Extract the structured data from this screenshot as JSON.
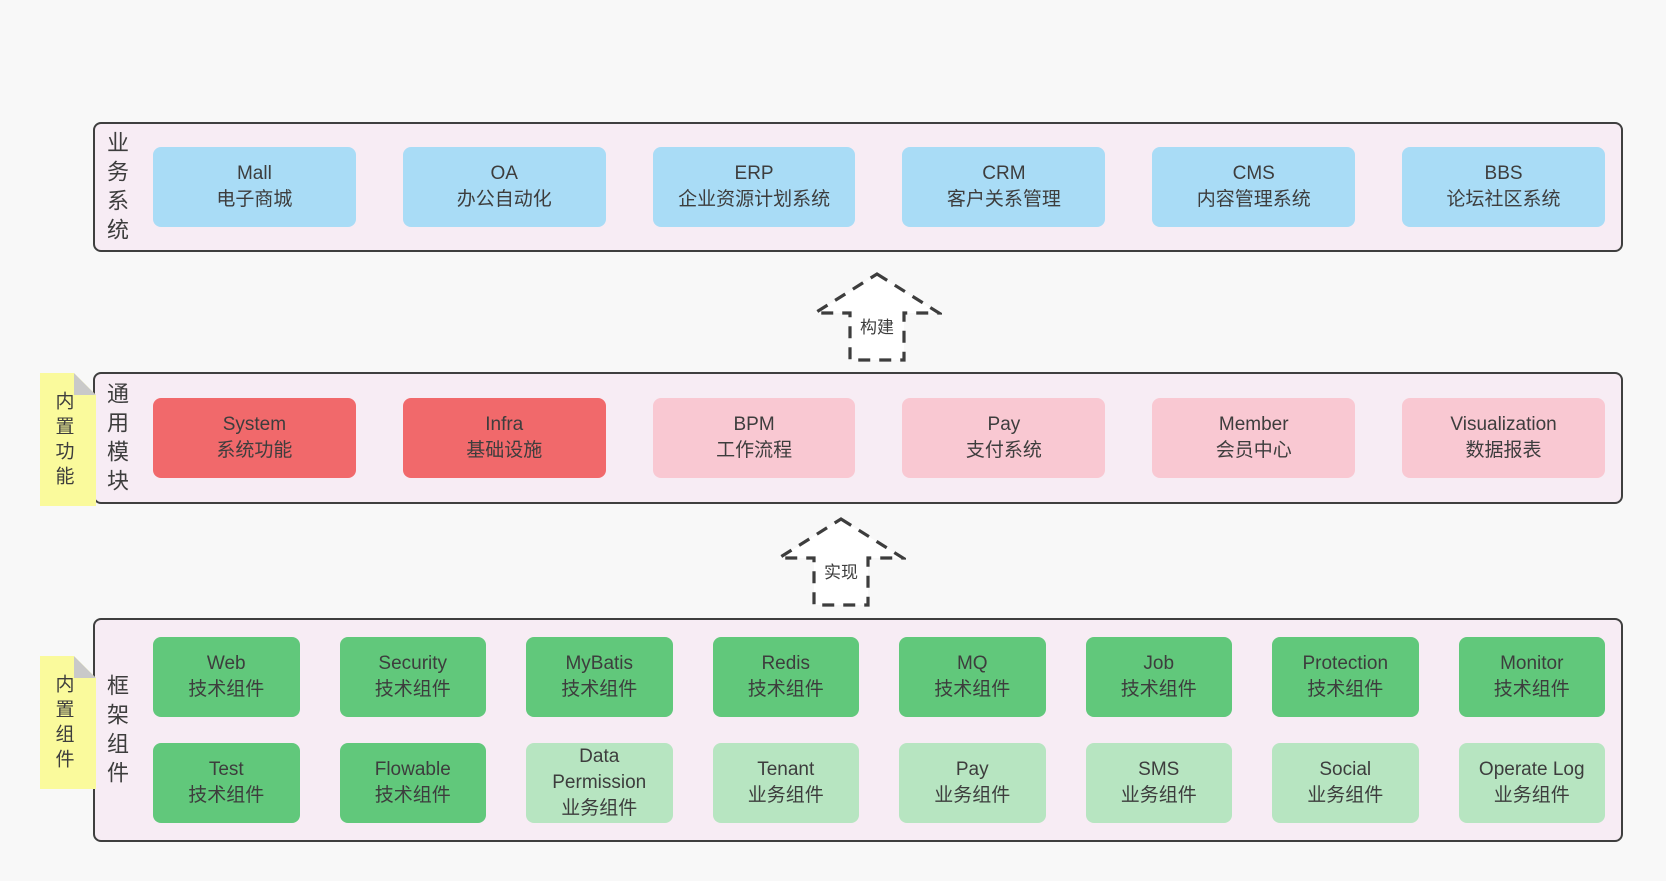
{
  "colors": {
    "page_bg": "#f8f8f8",
    "band_bg": "#f7ecf4",
    "band_border": "#3f3f3f",
    "text": "#3d3d3d",
    "blue_box": "#a9dcf6",
    "red_box": "#f1696b",
    "pink_box": "#f9c8d2",
    "green_box": "#61c87b",
    "green_light_box": "#b7e5c1",
    "sticky_bg": "#fafa9c",
    "sticky_fold": "#c9c9c9",
    "arrow_stroke": "#3d3d3d",
    "arrow_fill": "#ffffff"
  },
  "arrows": [
    {
      "name": "build-arrow",
      "label": "构建"
    },
    {
      "name": "implement-arrow",
      "label": "实现"
    }
  ],
  "bands": [
    {
      "name": "business-systems",
      "side_label": "业务系统",
      "sticky_label": null,
      "rows": [
        [
          {
            "title": "Mall",
            "subtitle": "电子商城",
            "style": "blue"
          },
          {
            "title": "OA",
            "subtitle": "办公自动化",
            "style": "blue"
          },
          {
            "title": "ERP",
            "subtitle": "企业资源计划系统",
            "style": "blue"
          },
          {
            "title": "CRM",
            "subtitle": "客户关系管理",
            "style": "blue"
          },
          {
            "title": "CMS",
            "subtitle": "内容管理系统",
            "style": "blue"
          },
          {
            "title": "BBS",
            "subtitle": "论坛社区系统",
            "style": "blue"
          }
        ]
      ]
    },
    {
      "name": "common-modules",
      "side_label": "通用模块",
      "sticky_label": "内置功能",
      "rows": [
        [
          {
            "title": "System",
            "subtitle": "系统功能",
            "style": "red"
          },
          {
            "title": "Infra",
            "subtitle": "基础设施",
            "style": "red"
          },
          {
            "title": "BPM",
            "subtitle": "工作流程",
            "style": "pink"
          },
          {
            "title": "Pay",
            "subtitle": "支付系统",
            "style": "pink"
          },
          {
            "title": "Member",
            "subtitle": "会员中心",
            "style": "pink"
          },
          {
            "title": "Visualization",
            "subtitle": "数据报表",
            "style": "pink"
          }
        ]
      ]
    },
    {
      "name": "framework-components",
      "side_label": "框架组件",
      "sticky_label": "内置组件",
      "rows": [
        [
          {
            "title": "Web",
            "subtitle": "技术组件",
            "style": "green"
          },
          {
            "title": "Security",
            "subtitle": "技术组件",
            "style": "green"
          },
          {
            "title": "MyBatis",
            "subtitle": "技术组件",
            "style": "green"
          },
          {
            "title": "Redis",
            "subtitle": "技术组件",
            "style": "green"
          },
          {
            "title": "MQ",
            "subtitle": "技术组件",
            "style": "green"
          },
          {
            "title": "Job",
            "subtitle": "技术组件",
            "style": "green"
          },
          {
            "title": "Protection",
            "subtitle": "技术组件",
            "style": "green"
          },
          {
            "title": "Monitor",
            "subtitle": "技术组件",
            "style": "green"
          }
        ],
        [
          {
            "title": "Test",
            "subtitle": "技术组件",
            "style": "green"
          },
          {
            "title": "Flowable",
            "subtitle": "技术组件",
            "style": "green"
          },
          {
            "title": "Data Permission",
            "subtitle": "业务组件",
            "style": "green-light"
          },
          {
            "title": "Tenant",
            "subtitle": "业务组件",
            "style": "green-light"
          },
          {
            "title": "Pay",
            "subtitle": "业务组件",
            "style": "green-light"
          },
          {
            "title": "SMS",
            "subtitle": "业务组件",
            "style": "green-light"
          },
          {
            "title": "Social",
            "subtitle": "业务组件",
            "style": "green-light"
          },
          {
            "title": "Operate Log",
            "subtitle": "业务组件",
            "style": "green-light"
          }
        ]
      ]
    }
  ]
}
